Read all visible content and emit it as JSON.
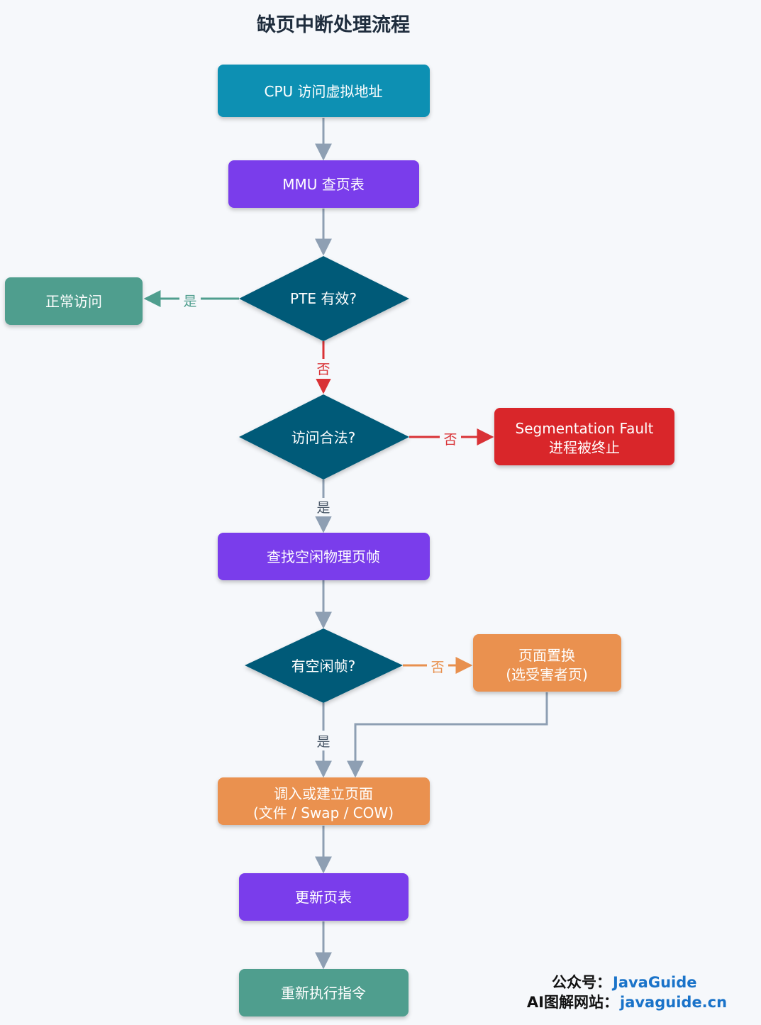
{
  "title": "缺页中断处理流程",
  "colors": {
    "background": "#f6f8fb",
    "edge": "#8e9fb3",
    "edge_no": "#d93236",
    "edge_yes_left": "#4f9e8e",
    "edge_orange": "#e8904e",
    "teal": "#0b90b3",
    "purple": "#7a3ceb",
    "dark_diamond": "#065a78",
    "green": "#4f9e8e",
    "red": "#d9272c",
    "orange": "#ea9150"
  },
  "nodes": {
    "cpu_access": {
      "lines": [
        "CPU 访问虚拟地址"
      ]
    },
    "mmu_lookup": {
      "lines": [
        "MMU 查页表"
      ]
    },
    "pte_valid": {
      "lines": [
        "PTE 有效?"
      ]
    },
    "normal_access": {
      "lines": [
        "正常访问"
      ]
    },
    "access_legal": {
      "lines": [
        "访问合法?"
      ]
    },
    "seg_fault": {
      "lines": [
        "Segmentation Fault",
        "进程被终止"
      ]
    },
    "find_frame": {
      "lines": [
        "查找空闲物理页帧"
      ]
    },
    "has_free_frame": {
      "lines": [
        "有空闲帧?"
      ]
    },
    "page_replace": {
      "lines": [
        "页面置换",
        "(选受害者页)"
      ]
    },
    "load_page": {
      "lines": [
        "调入或建立页面",
        "(文件 / Swap / COW)"
      ]
    },
    "update_table": {
      "lines": [
        "更新页表"
      ]
    },
    "re_execute": {
      "lines": [
        "重新执行指令"
      ]
    }
  },
  "edge_labels": {
    "pte_yes": "是",
    "pte_no": "否",
    "legal_no": "否",
    "legal_yes": "是",
    "free_no": "否",
    "free_yes": "是"
  },
  "footer": {
    "line1_label": "公众号：",
    "line1_value": "JavaGuide",
    "line2_label": "AI图解网站：",
    "line2_value": "javaguide.cn"
  }
}
